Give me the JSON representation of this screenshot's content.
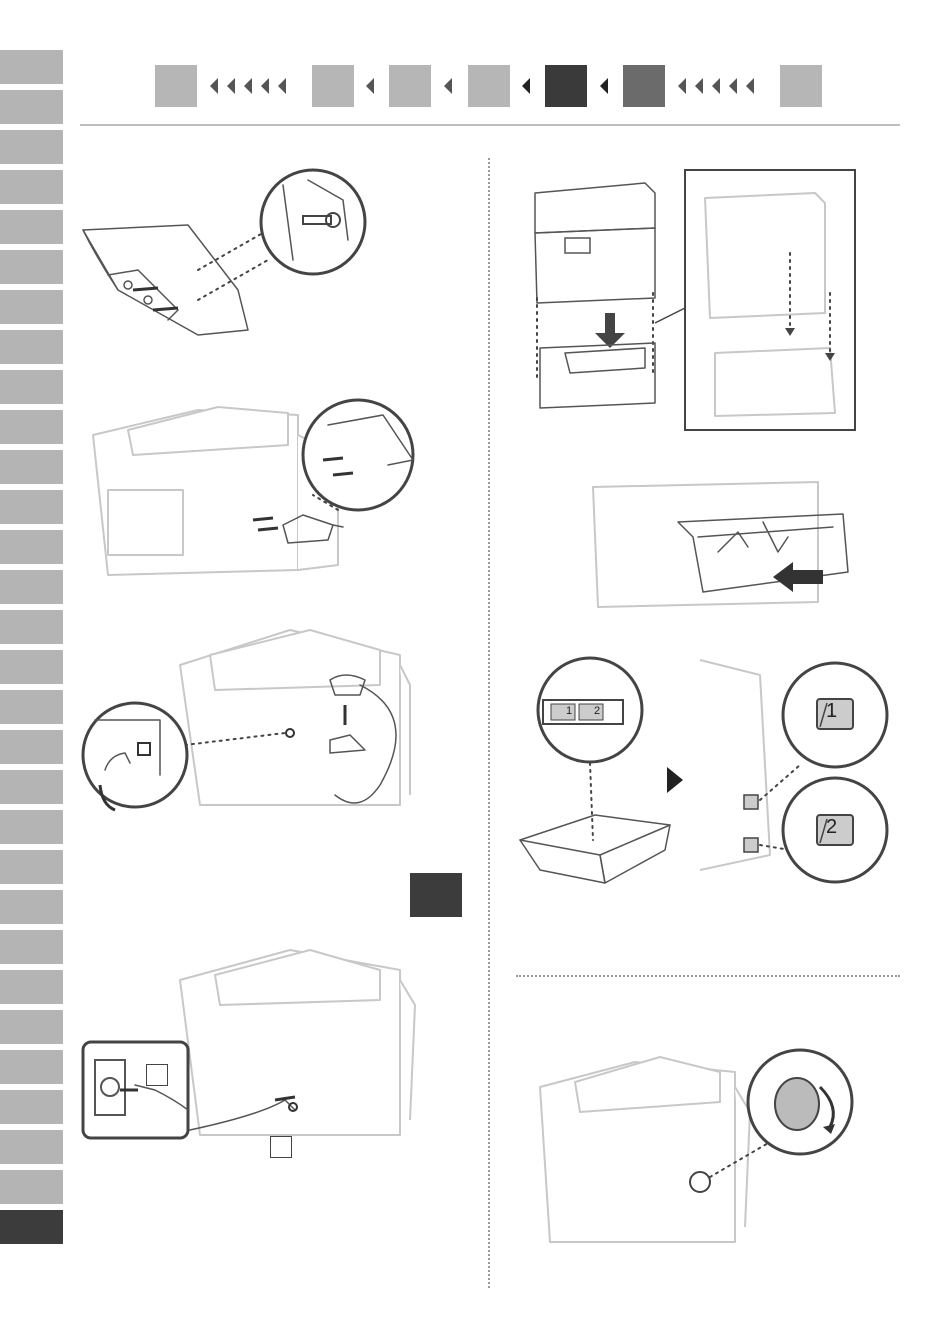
{
  "nav": {
    "chevrons_left": "◀◀◀◀◀",
    "chevron_single": "◀",
    "chevrons_right": "◀◀◀◀◀"
  },
  "tabs": {
    "count": 30,
    "active_index": 29
  },
  "cassette_labels": {
    "label_1": "1",
    "label_2": "2"
  }
}
